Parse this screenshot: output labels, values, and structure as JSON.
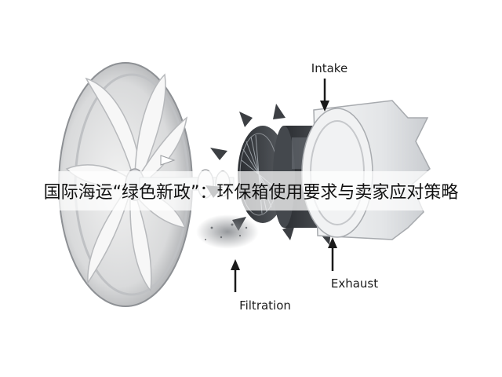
{
  "title": "国际海运“绿色新政”：环保箱使用要求与卖家应对策略",
  "labels": {
    "intake": "Intake",
    "exhaust": "Exhaust",
    "filtration": "Filtration"
  },
  "icons": {
    "fan_blades": "fan-blades-icon",
    "intake_arrow": "arrow-down-icon",
    "exhaust_arrow": "arrow-up-icon",
    "filtration_arrow": "arrow-up-icon"
  },
  "colors": {
    "arrow": "#1a1a1a",
    "housing": "#e4e6e8",
    "motor": "#2a2d31",
    "blades": "#3c3f43"
  }
}
